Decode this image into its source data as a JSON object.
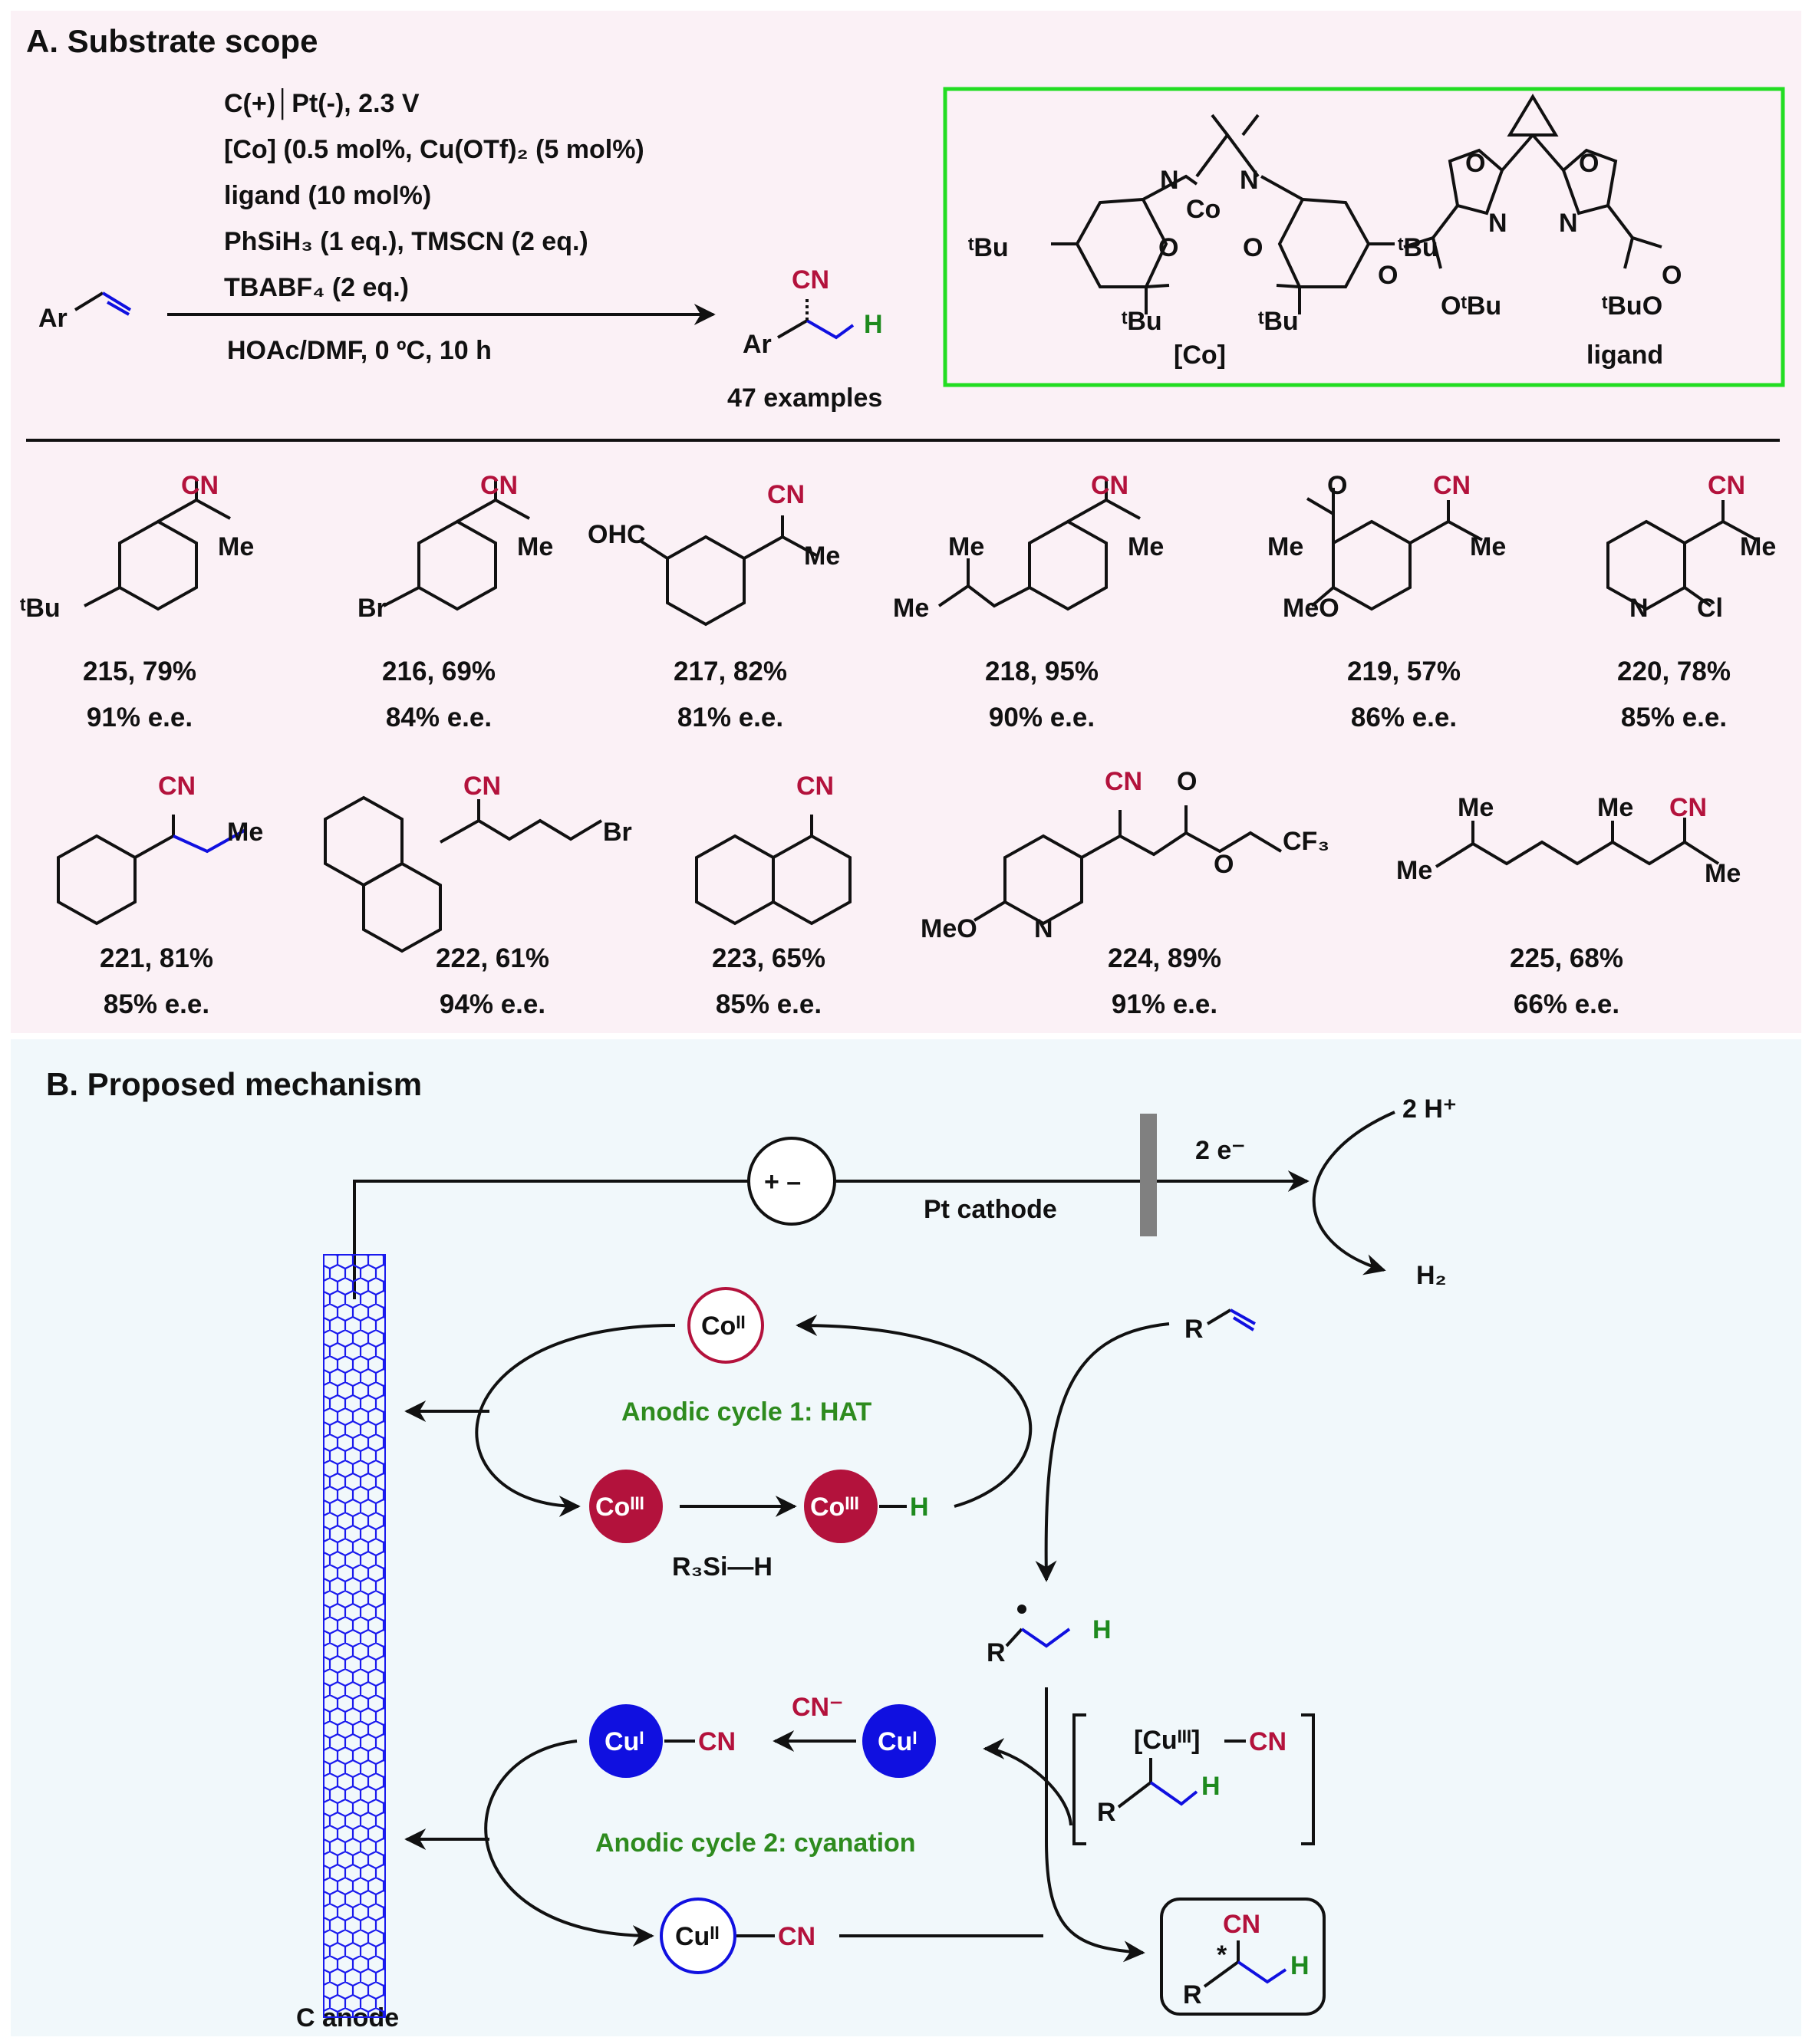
{
  "panel_a": {
    "title": "A. Substrate scope",
    "conditions": [
      "C(+)│Pt(-), 2.3 V",
      "[Co] (0.5 mol%, Cu(OTf)₂ (5 mol%)",
      "ligand (10 mol%)",
      "PhSiH₃ (1 eq.), TMSCN (2 eq.)",
      "TBABF₄ (2 eq.)"
    ],
    "solvent": "HOAc/DMF, 0 ºC, 10 h",
    "examples": "47 examples",
    "catalyst_label": "[Co]",
    "ligand_label": "ligand",
    "products": [
      {
        "id": "215, 79%",
        "ee": "91% e.e."
      },
      {
        "id": "216, 69%",
        "ee": "84% e.e."
      },
      {
        "id": "217, 82%",
        "ee": "81% e.e."
      },
      {
        "id": "218, 95%",
        "ee": "90% e.e."
      },
      {
        "id": "219, 57%",
        "ee": "86% e.e."
      },
      {
        "id": "220, 78%",
        "ee": "85% e.e."
      },
      {
        "id": "221, 81%",
        "ee": "85% e.e."
      },
      {
        "id": "222, 61%",
        "ee": "94% e.e."
      },
      {
        "id": "223, 65%",
        "ee": "85% e.e."
      },
      {
        "id": "224, 89%",
        "ee": "91% e.e."
      },
      {
        "id": "225, 68%",
        "ee": "66% e.e."
      }
    ]
  },
  "panel_b": {
    "title": "B. Proposed mechanism",
    "cathode_label": "Pt cathode",
    "anode_label": "C anode",
    "electrons": "2 e⁻",
    "protons": "2 H⁺",
    "hydrogen": "H₂",
    "cycle1": "Anodic cycle 1: HAT",
    "cycle2": "Anodic cycle 2: cyanation",
    "silane": "R₃Si—H",
    "cyanide": "CN⁻"
  },
  "colors": {
    "cobalt": "#b3123c",
    "copper": "#1010e0",
    "green_text": "#2e8b1e",
    "highlight_box": "#22dd22",
    "anode": "#1a1aee"
  }
}
